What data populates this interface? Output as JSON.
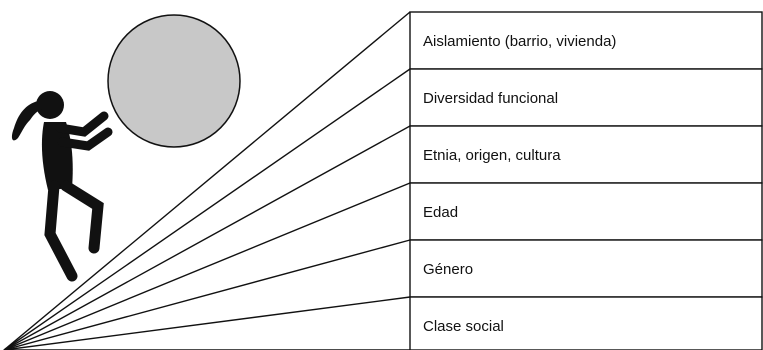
{
  "diagram": {
    "layers": [
      {
        "label": "Aislamiento (barrio, vivienda)"
      },
      {
        "label": "Diversidad funcional"
      },
      {
        "label": "Etnia, origen, cultura"
      },
      {
        "label": "Edad"
      },
      {
        "label": "Género"
      },
      {
        "label": "Clase social"
      }
    ],
    "illustration": {
      "figure_icon": "person-pushing-boulder-icon",
      "boulder_color": "#c8c8c8",
      "figure_color": "#111111"
    }
  }
}
